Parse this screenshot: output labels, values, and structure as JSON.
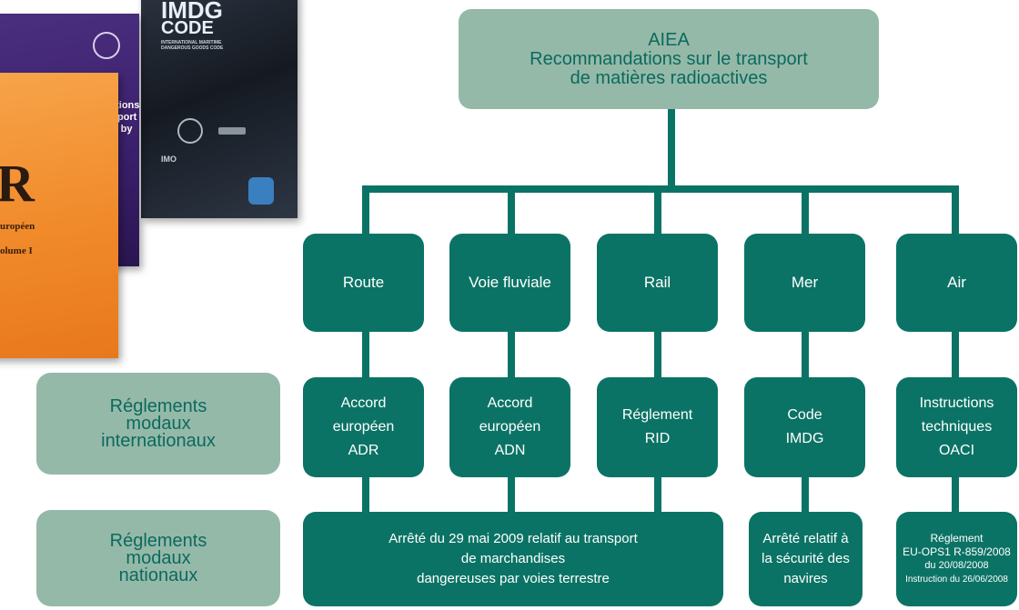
{
  "root": {
    "line1": "AIEA",
    "line2": "Recommandations sur le transport",
    "line3": "de matières radioactives"
  },
  "modes": [
    {
      "label": "Route"
    },
    {
      "label": "Voie fluviale"
    },
    {
      "label": "Rail"
    },
    {
      "label": "Mer"
    },
    {
      "label": "Air"
    }
  ],
  "row_labels": {
    "international": {
      "line1": "Réglements",
      "line2": "modaux",
      "line3": "internationaux"
    },
    "national": {
      "line1": "Réglements",
      "line2": "modaux",
      "line3": "nationaux"
    }
  },
  "international_regs": [
    {
      "line1": "Accord",
      "line2": "européen",
      "line3": "ADR"
    },
    {
      "line1": "Accord",
      "line2": "européen",
      "line3": "ADN"
    },
    {
      "line1": "Réglement",
      "line2": "RID"
    },
    {
      "line1": "Code",
      "line2": "IMDG"
    },
    {
      "line1": "Instructions",
      "line2": "techniques",
      "line3": "OACI"
    }
  ],
  "national_regs": {
    "land": {
      "line1": "Arrêté du 29 mai 2009 relatif au transport",
      "line2": "de marchandises",
      "line3": "dangereuses par voies terrestre"
    },
    "sea": {
      "line1": "Arrêté relatif à",
      "line2": "la sécurité des",
      "line3": "navires"
    },
    "air": {
      "line1": "Réglement",
      "line2": "EU-OPS1 R-859/2008",
      "line3": "du 20/08/2008",
      "line4": "Instruction du 26/06/2008"
    }
  },
  "books": {
    "imdg": {
      "title": "IMDG",
      "subtitle": "CODE",
      "small1": "INTERNATIONAL MARITIME",
      "small2": "DANGEROUS GOODS CODE",
      "org": "IMO"
    },
    "icao": {
      "title1": "ructions",
      "title2": "ansport of",
      "title3": "ods by Air"
    },
    "adr": {
      "letter": "R",
      "line1": "uropéen",
      "line2": "olume I"
    }
  },
  "colors": {
    "dark": "#0b7365",
    "light": "#95b9a8",
    "light_text": "#0b6a5e"
  }
}
